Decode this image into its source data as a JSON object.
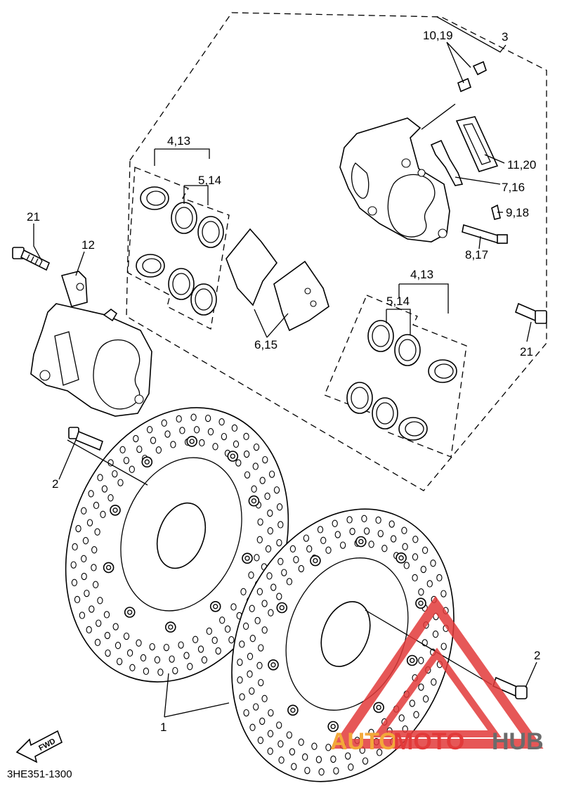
{
  "callouts": {
    "c_10_19": "10,19",
    "c_3": "3",
    "c_4_13_top": "4,13",
    "c_5_14_top": "5,14",
    "c_11_20": "11,20",
    "c_7_16": "7,16",
    "c_9_18": "9,18",
    "c_8_17": "8,17",
    "c_21_left": "21",
    "c_12": "12",
    "c_6_15": "6,15",
    "c_4_13_bottom": "4,13",
    "c_5_14_bottom": "5,14",
    "c_21_right": "21",
    "c_2_left": "2",
    "c_2_right": "2",
    "c_1": "1"
  },
  "fwd_label": "FWD",
  "drawing_code": "3HE351-1300",
  "watermark": {
    "text_a": "AUTO",
    "text_b": "MOTO",
    "text_c": "HUB",
    "color_red": "#e23a3a",
    "color_orange": "#f3a83a",
    "color_gray": "#6b6b6b"
  }
}
